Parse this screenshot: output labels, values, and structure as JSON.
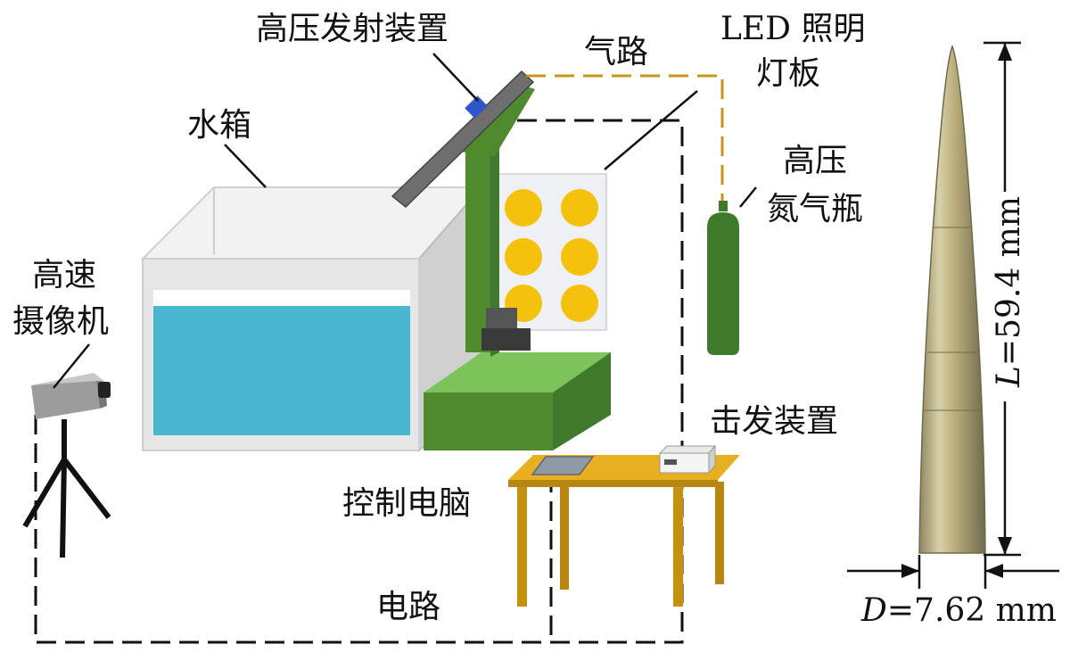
{
  "labels": {
    "launcher": "高压发射装置",
    "gas_path": "气路",
    "led_panel_line1": "LED 照明",
    "led_panel_line2": "灯板",
    "water_tank": "水箱",
    "nitrogen_line1": "高压",
    "nitrogen_line2": "氮气瓶",
    "camera_line1": "高速",
    "camera_line2": "摄像机",
    "trigger": "击发装置",
    "computer": "控制电脑",
    "circuit": "电路"
  },
  "dimensions": {
    "length_symbol": "L",
    "length_value": "=59.4 mm",
    "diameter_symbol": "D",
    "diameter_value": "=7.62 mm"
  },
  "colors": {
    "water": "#4ab6d0",
    "tank_frame": "#e3e3e3",
    "stand_green": "#4f8a2e",
    "platform_green": "#7cc35a",
    "led_yellow": "#f4c20d",
    "table_gold": "#d9a21b",
    "gas_line": "#c8951a",
    "circuit_line": "#111111",
    "nitrogen_bottle": "#3f7a2c",
    "projectile": "#b8ab7a"
  }
}
